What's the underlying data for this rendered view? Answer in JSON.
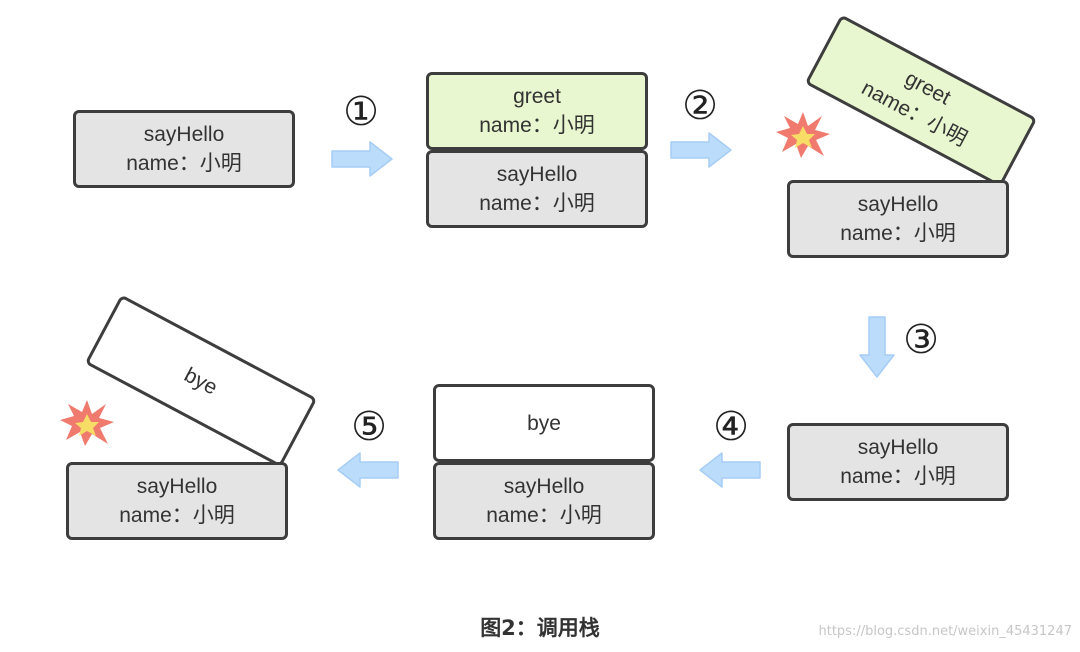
{
  "frames": {
    "sayHello": {
      "func": "sayHello",
      "arg": "name：小明"
    },
    "greet": {
      "func": "greet",
      "arg": "name：小明"
    },
    "bye": {
      "func": "bye"
    }
  },
  "steps": [
    "①",
    "②",
    "③",
    "④",
    "⑤"
  ],
  "caption": "图2：调用栈",
  "watermark": "https://blog.csdn.net/weixin_45431247",
  "colors": {
    "frame_gray": "#e4e4e4",
    "frame_green": "#e8f7cf",
    "frame_white": "#ffffff",
    "frame_border": "#3d3d3d",
    "arrow": "#bcdcfb",
    "burst_outer": "#f07a6e",
    "burst_inner": "#f7dc66"
  },
  "icons": {
    "arrow": "block-arrow",
    "pop": "explosion-burst"
  }
}
